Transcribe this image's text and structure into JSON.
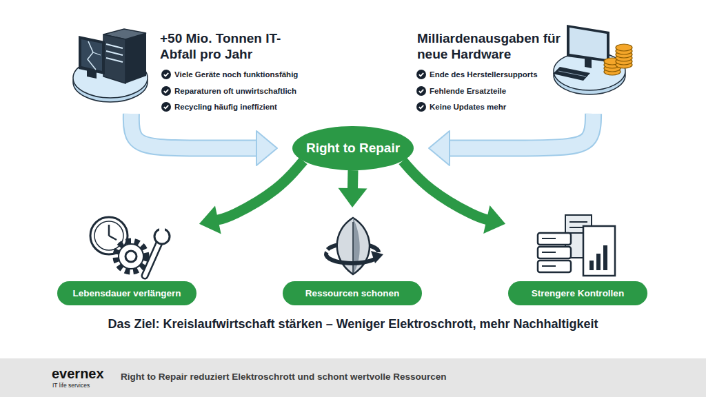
{
  "diagram": {
    "caption": "Right to Repair reduziert Elektroschrott und schont wertvolle Ressourcen",
    "nodes": [
      {
        "text": [
          "+50 Mio. Tonnen IT-Abfall pro Jahr",
          "Viele Geräte noch funktionsfähig",
          "Reparaturen oft unwirtschaftlich",
          "Recycling häufig ineffizient"
        ]
      },
      {
        "text": [
          "Milliardenausgaben für neue Hardware",
          "Ende des Herstellersupports",
          "Fehlende Ersatzteile",
          "Keine Updates mehr"
        ]
      },
      {
        "text": [
          "Right to Repair"
        ]
      },
      {
        "text": [
          "Lebensdauer verlängern"
        ]
      },
      {
        "text": [
          "Ressourcen schonen"
        ]
      },
      {
        "text": [
          "Strengere Kontrollen"
        ]
      }
    ],
    "edges": [
      {
        "from": 0,
        "to": 2,
        "arrow": "to"
      },
      {
        "from": 1,
        "to": 2,
        "arrow": "to"
      },
      {
        "from": 2,
        "to": 3,
        "arrow": "to"
      },
      {
        "from": 2,
        "to": 4,
        "arrow": "to"
      },
      {
        "from": 2,
        "to": 5,
        "arrow": "to"
      }
    ],
    "labels": [
      "Das Ziel: Kreislaufwirtschaft stärken – Weniger Elektroschrott, mehr Nachhaltigkeit",
      "evernex",
      "IT life services"
    ]
  }
}
